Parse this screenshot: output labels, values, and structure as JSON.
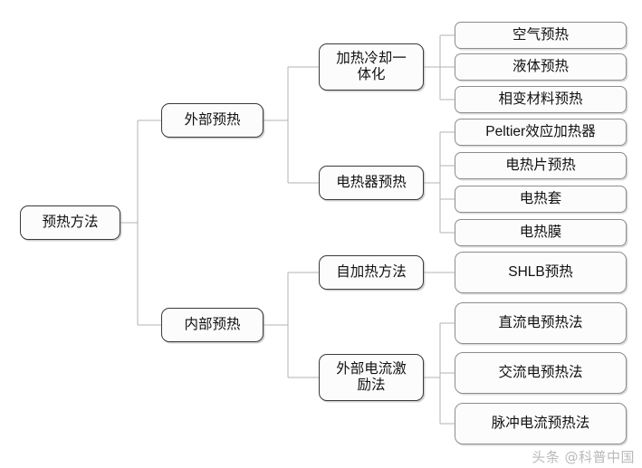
{
  "diagram": {
    "title": "预热方法",
    "watermark": "头条 @科普中国",
    "line_color": "#b3b3b3",
    "node_border_color": "#3a3a3a",
    "leaf_border_color": "#8d8d8d",
    "background": "#ffffff",
    "root": {
      "label": "预热方法"
    },
    "branches": [
      {
        "label": "外部预热",
        "children": [
          {
            "label": "加热冷却一\n体化",
            "leaves": [
              {
                "label": "空气预热"
              },
              {
                "label": "液体预热"
              },
              {
                "label": "相变材料预热"
              }
            ]
          },
          {
            "label": "电热器预热",
            "leaves": [
              {
                "label": "Peltier效应加热器"
              },
              {
                "label": "电热片预热"
              },
              {
                "label": "电热套"
              },
              {
                "label": "电热膜"
              }
            ]
          }
        ]
      },
      {
        "label": "内部预热",
        "children": [
          {
            "label": "自加热方法",
            "leaves": [
              {
                "label": "SHLB预热"
              }
            ]
          },
          {
            "label": "外部电流激\n励法",
            "leaves": [
              {
                "label": "直流电预热法"
              },
              {
                "label": "交流电预热法"
              },
              {
                "label": "脉冲电流预热法"
              }
            ]
          }
        ]
      }
    ]
  }
}
